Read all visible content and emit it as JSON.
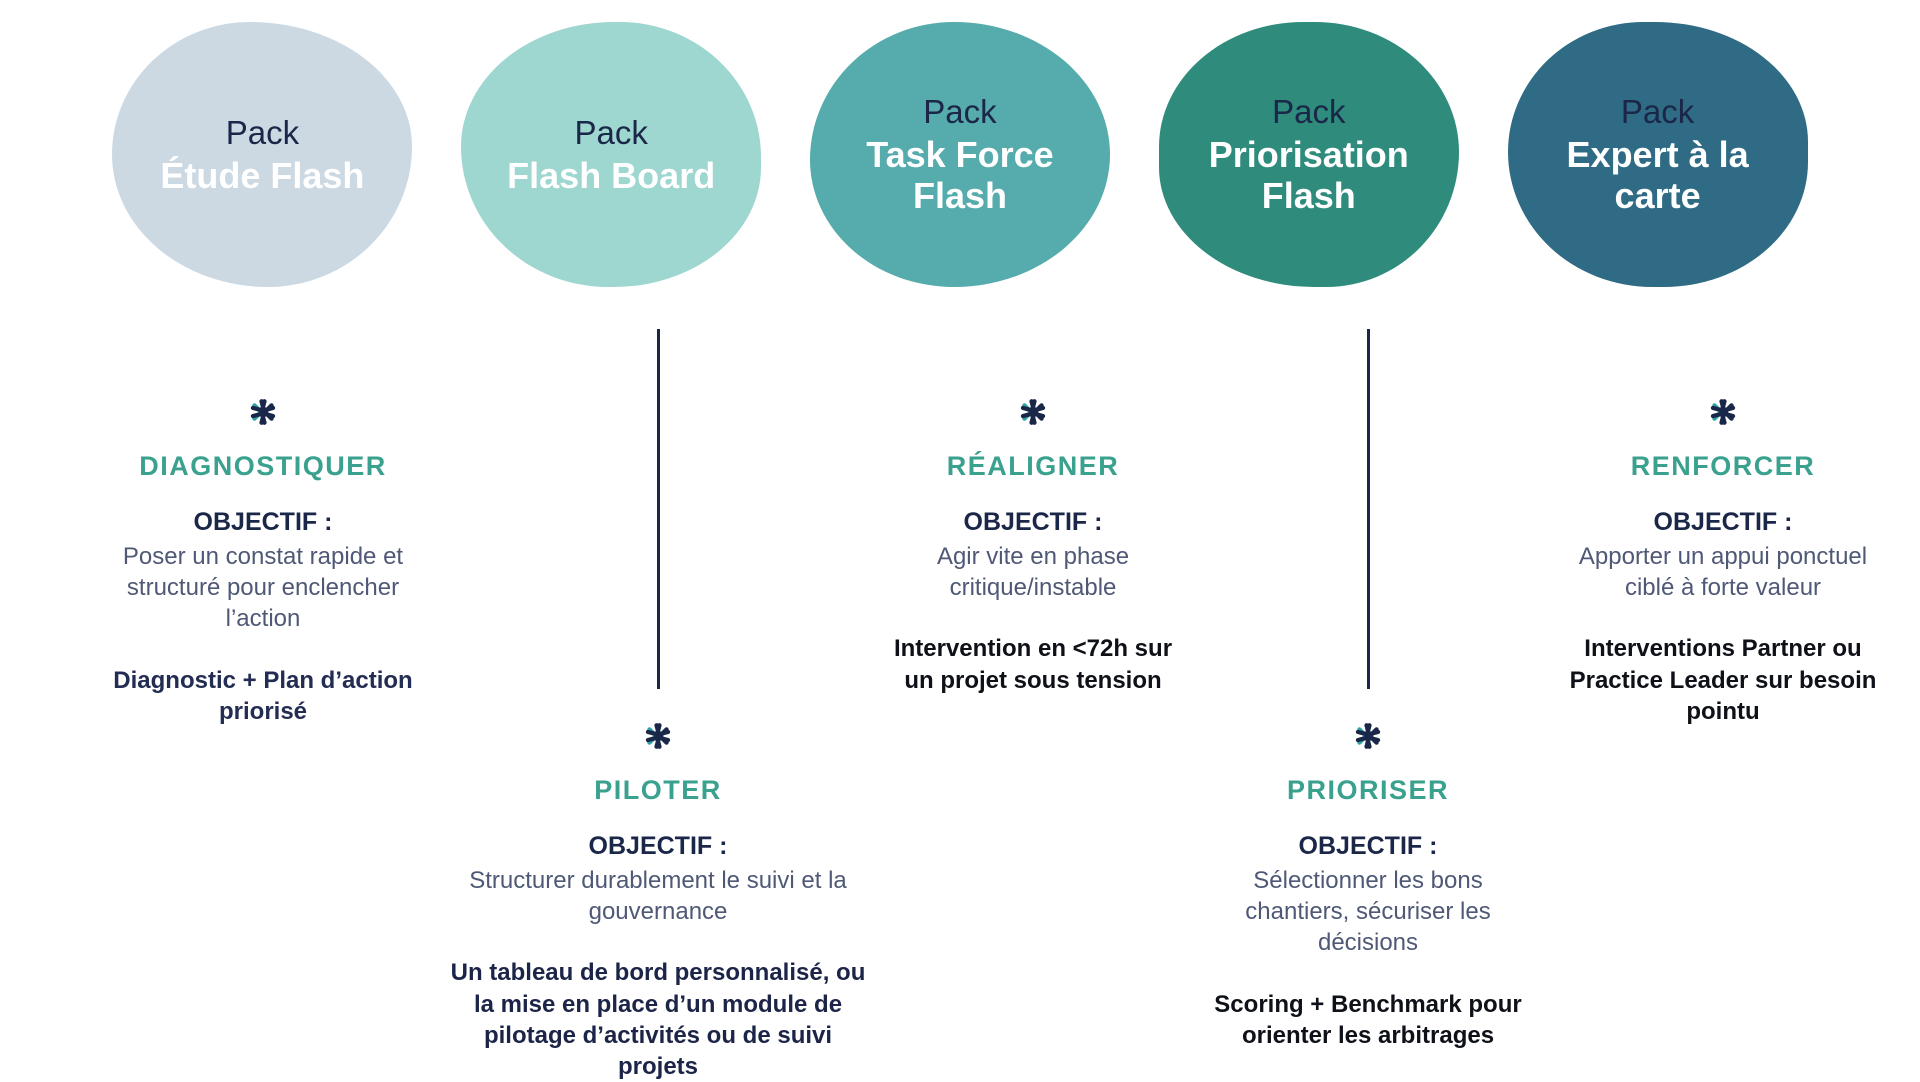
{
  "colors": {
    "navy": "#1b2749",
    "teal_heading": "#39a18e",
    "body_text": "#4f5976",
    "line": "#1b2749",
    "blob_title_text": "#ffffff"
  },
  "icon": {
    "name": "chevron-asterisk-icon",
    "accent_color": "#2ba6a3",
    "dark_color": "#1b2749"
  },
  "packs": [
    {
      "pack_label": "Pack",
      "title": "Étude Flash",
      "blob_color": "#ccd9e3",
      "action": "DIAGNOSTIQUER",
      "objectif_label": "OBJECTIF :",
      "objectif_text": "Poser un constat rapide et structuré pour enclencher l’action",
      "deliverable": "Diagnostic + Plan d’action priorisé",
      "deliverable_color": "#232c52"
    },
    {
      "pack_label": "Pack",
      "title": "Flash Board",
      "blob_color": "#9ed6d0",
      "action": "PILOTER",
      "objectif_label": "OBJECTIF :",
      "objectif_text": "Structurer durablement le suivi et la gouvernance",
      "deliverable": "Un tableau de bord personnalisé, ou la mise en place d’un module de pilotage d’activités ou de suivi projets",
      "deliverable_color": "#1c2547"
    },
    {
      "pack_label": "Pack",
      "title": "Task Force Flash",
      "blob_color": "#56abac",
      "action": "RÉALIGNER",
      "objectif_label": "OBJECTIF :",
      "objectif_text": "Agir vite en phase critique/instable",
      "deliverable": "Intervention en <72h sur un projet sous tension",
      "deliverable_color": "#0e1118"
    },
    {
      "pack_label": "Pack",
      "title": "Priorisation Flash",
      "blob_color": "#2f8b7b",
      "action": "PRIORISER",
      "objectif_label": "OBJECTIF :",
      "objectif_text": "Sélectionner les bons chantiers, sécuriser les décisions",
      "deliverable": "Scoring + Benchmark pour orienter les arbitrages",
      "deliverable_color": "#0e1118"
    },
    {
      "pack_label": "Pack",
      "title": "Expert à la carte",
      "blob_color": "#2f6b84",
      "action": "RENFORCER",
      "objectif_label": "OBJECTIF :",
      "objectif_text": "Apporter un appui ponctuel ciblé à forte valeur",
      "deliverable": "Interventions Partner ou Practice Leader sur besoin pointu",
      "deliverable_color": "#0e1118"
    }
  ]
}
